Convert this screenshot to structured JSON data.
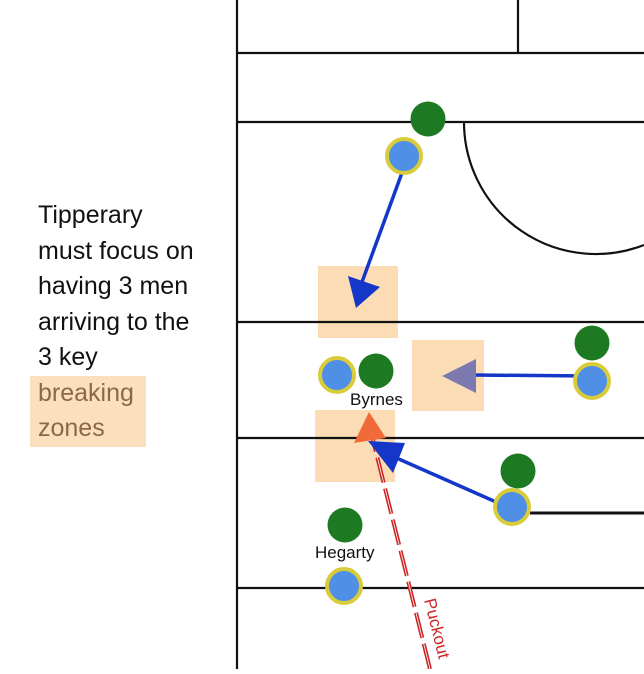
{
  "caption": {
    "lines": [
      "Tipperary",
      "must focus on",
      "having 3 men",
      "arriving to the",
      "3 key"
    ],
    "highlight_lines": [
      "breaking",
      "zones"
    ]
  },
  "players": {
    "byrnes": "Byrnes",
    "hegarty": "Hegarty"
  },
  "puckout_label": "Puckout",
  "colors": {
    "line": "#111111",
    "green_player": "#1e7a22",
    "blue_player": "#4f8fe6",
    "blue_ring": "#d9cc3a",
    "arrow_blue": "#1537c9",
    "arrow_grey": "#7b7ab0",
    "zone": "#fcdcb4",
    "puckout": "#cc2727",
    "arrow_orange": "#f06a3a"
  }
}
